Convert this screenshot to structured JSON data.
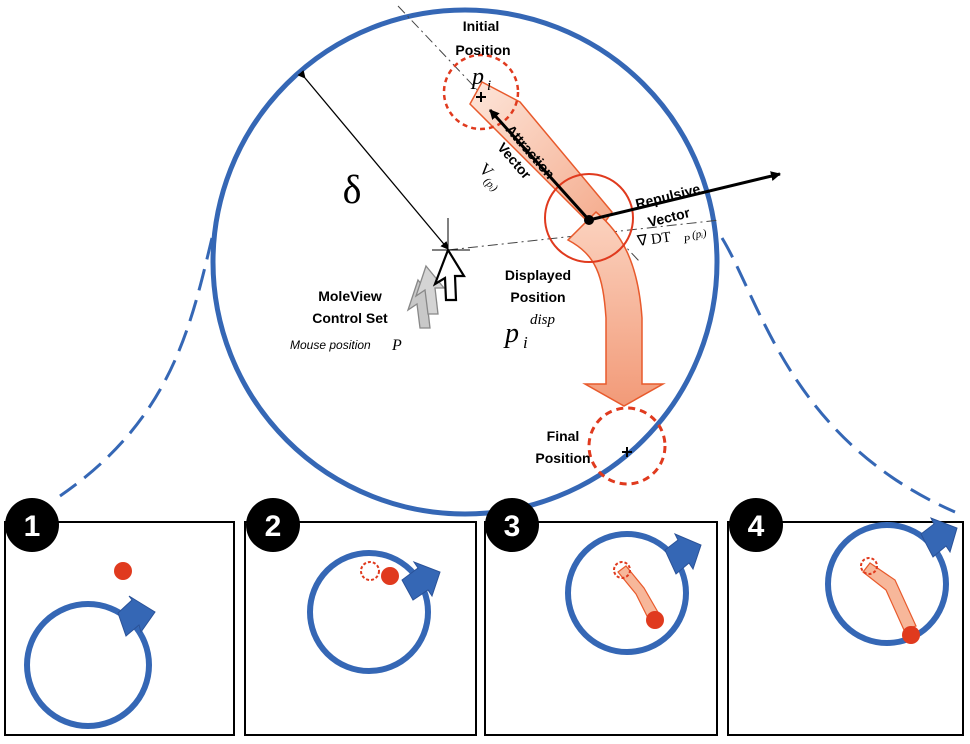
{
  "labels": {
    "initial_position": [
      "Initial",
      "Position"
    ],
    "p_i": "p",
    "p_i_sub": "i",
    "attraction_vector": [
      "Attraction",
      "Vector"
    ],
    "v_p": "V",
    "v_p_sub": "(pᵢ)",
    "repulsive_vector": [
      "Repulsive",
      "Vector"
    ],
    "grad_dt": "∇ DT",
    "grad_dt_sub": "P",
    "grad_dt_arg": "(pᵢ)",
    "delta": "δ",
    "displayed_position": [
      "Displayed",
      "Position"
    ],
    "p_disp": "p",
    "p_disp_sub": "i",
    "p_disp_sup": "disp",
    "moleview": [
      "MoleView",
      "Control Set"
    ],
    "mouse_position": "Mouse position",
    "mouse_p": "P",
    "final_position": [
      "Final",
      "Position"
    ]
  },
  "panels": [
    {
      "number": "1"
    },
    {
      "number": "2"
    },
    {
      "number": "3"
    },
    {
      "number": "4"
    }
  ],
  "colors": {
    "blue": "#3567b5",
    "red": "#e03a1e",
    "orange_fill": "#f7b79a",
    "dark_red": "#d8401f"
  }
}
